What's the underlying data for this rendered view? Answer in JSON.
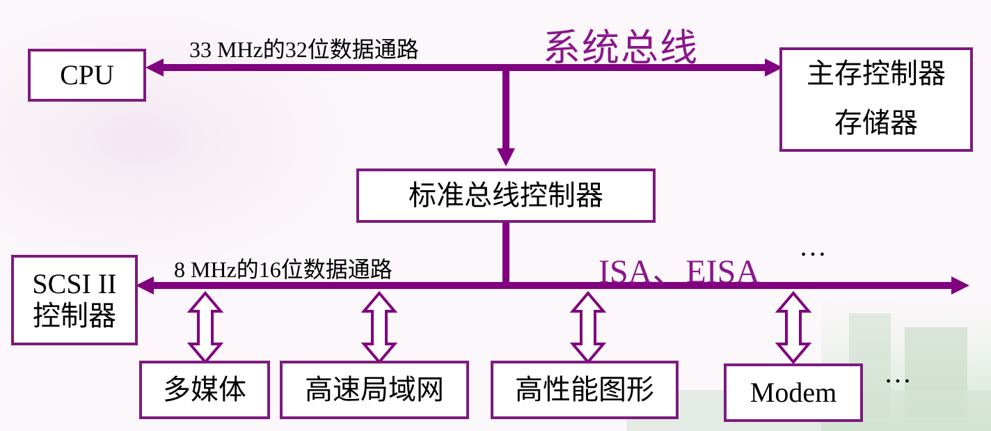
{
  "system_bus": {
    "title": "系统总线",
    "path_label": "33 MHz的32位数据通路"
  },
  "standard_bus": {
    "title": "ISA、EISA",
    "ellipsis": "…",
    "path_label": "8 MHz的16位数据通路"
  },
  "boxes": {
    "cpu": "CPU",
    "main_memory_controller": "主存控制器",
    "memory": "存储器",
    "bus_controller": "标准总线控制器",
    "scsi_line1": "SCSI II",
    "scsi_line2": "控制器",
    "multimedia": "多媒体",
    "lan": "高速局域网",
    "graphics": "高性能图形",
    "modem": "Modem"
  },
  "more_devices": "…",
  "colors": {
    "bus": "#800080",
    "box_border": "#7d1a7d",
    "title_text": "#8a168a"
  }
}
